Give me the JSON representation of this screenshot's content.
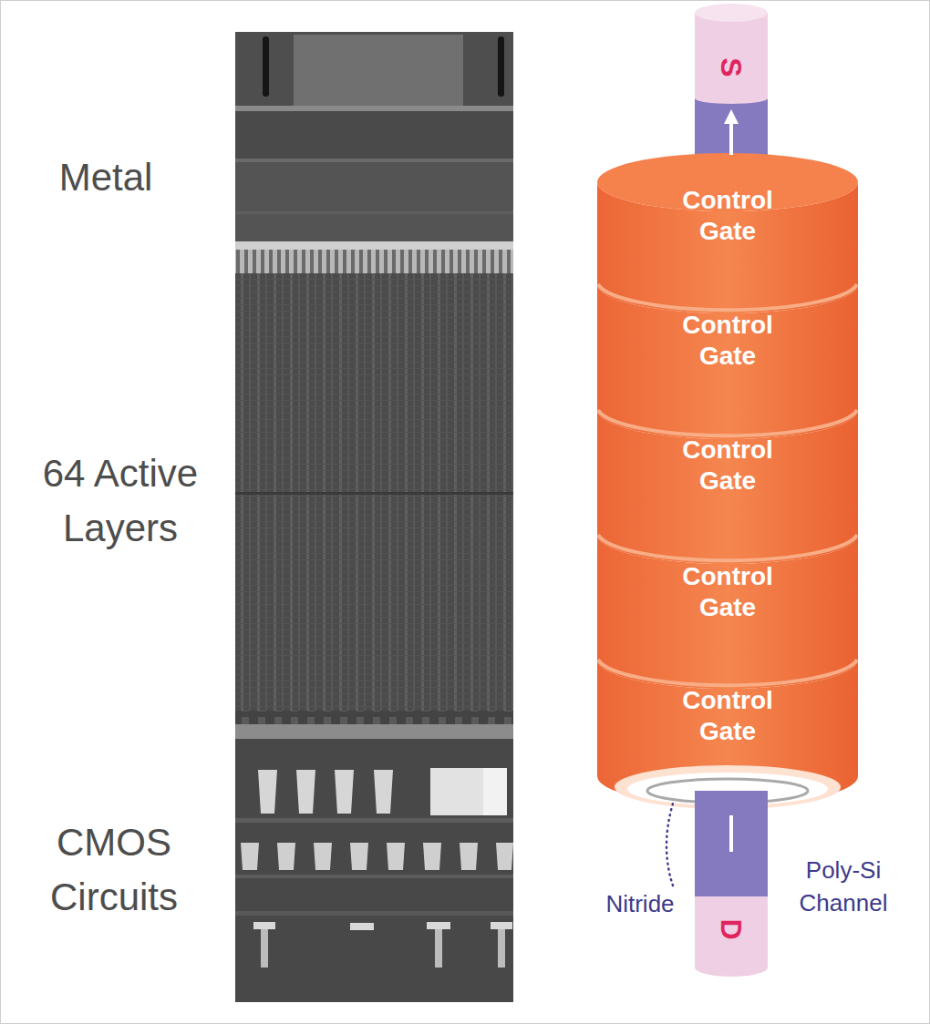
{
  "diagram": {
    "nodes": [
      {
        "text": [
          "S"
        ]
      },
      {
        "text": [
          "Control Gate"
        ]
      },
      {
        "text": [
          "Control Gate"
        ]
      },
      {
        "text": [
          "Control Gate"
        ]
      },
      {
        "text": [
          "Control Gate"
        ]
      },
      {
        "text": [
          "Control Gate"
        ]
      },
      {
        "text": [
          "D"
        ]
      }
    ],
    "labels": [
      "Metal",
      "64 Active Layers",
      "CMOS Circuits",
      "Nitride",
      "Poly-Si Channel"
    ]
  }
}
